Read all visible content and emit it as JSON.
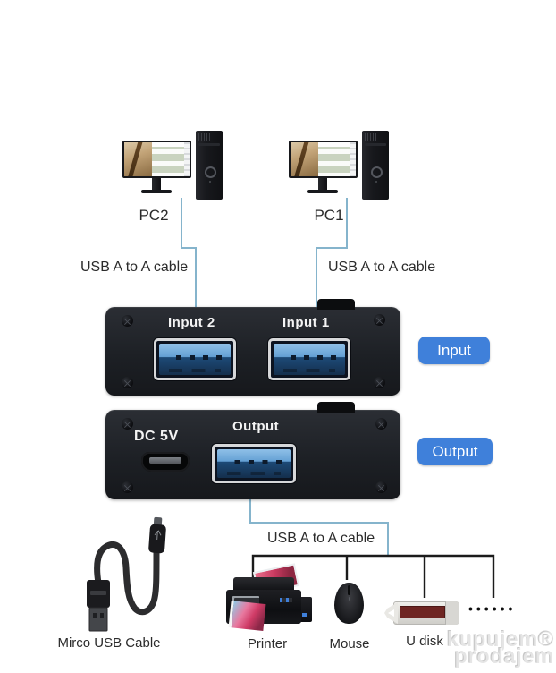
{
  "colors": {
    "cable_blue": "#85b4cc",
    "line_black": "#1b1b1b",
    "accent_blue": "#3f80da",
    "box_dark": "#23262b",
    "usb_light_blue": "#8fc0e8",
    "usb_deep_blue": "#1d4a77",
    "udisk_label": "#6e2522",
    "text_dark": "#2b2b2b"
  },
  "pcs": [
    {
      "label": "PC2"
    },
    {
      "label": "PC1"
    }
  ],
  "cables": {
    "left_label": "USB A to A cable",
    "right_label": "USB A to A cable",
    "output_label": "USB A to A cable"
  },
  "switch_box": {
    "input2_label": "Input 2",
    "input1_label": "Input 1"
  },
  "output_box": {
    "dc_label": "DC 5V",
    "output_label": "Output"
  },
  "badges": {
    "input": "Input",
    "output": "Output"
  },
  "devices": {
    "micro_usb_cable": "Mirco USB Cable",
    "printer": "Printer",
    "mouse": "Mouse",
    "u_disk": "U disk",
    "ellipsis": "••••••"
  },
  "watermark": {
    "line1": "kupujem®",
    "line2": "prodajem"
  }
}
